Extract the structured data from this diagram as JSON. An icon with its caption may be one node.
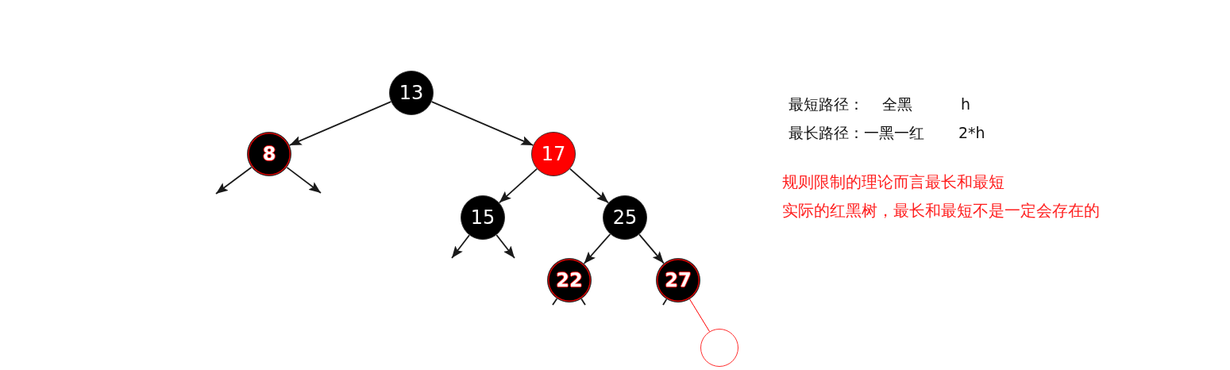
{
  "diagram": {
    "nodes": [
      {
        "text": [
          "13"
        ]
      },
      {
        "text": [
          "8"
        ]
      },
      {
        "text": [
          "17"
        ]
      },
      {
        "text": [
          "15"
        ]
      },
      {
        "text": [
          "25"
        ]
      },
      {
        "text": [
          "22"
        ]
      },
      {
        "text": [
          "27"
        ]
      },
      {
        "text": [],
        "shape": "circle"
      }
    ],
    "edges": [
      {
        "from": 0,
        "to": 1,
        "arrow": "to"
      },
      {
        "from": 0,
        "to": 2,
        "arrow": "to"
      },
      {
        "from": 2,
        "to": 3,
        "arrow": "to"
      },
      {
        "from": 2,
        "to": 4,
        "arrow": "to"
      },
      {
        "from": 4,
        "to": 5,
        "arrow": "to"
      },
      {
        "from": 4,
        "to": 6,
        "arrow": "to"
      },
      {
        "from": 1,
        "to": null,
        "arrow": "to"
      },
      {
        "from": 1,
        "to": null,
        "arrow": "to"
      },
      {
        "from": 3,
        "to": null,
        "arrow": "to"
      },
      {
        "from": 3,
        "to": null,
        "arrow": "to"
      },
      {
        "from": 5,
        "to": null,
        "arrow": "none"
      },
      {
        "from": 5,
        "to": null,
        "arrow": "none"
      },
      {
        "from": 6,
        "to": null,
        "arrow": "none"
      },
      {
        "from": 6,
        "to": 7,
        "arrow": "none",
        "color": "#ff0000"
      }
    ],
    "labels": [
      "最短路径：",
      "全黑",
      "h",
      "最长路径：一黑一红",
      "2*h",
      "规则限制的理论而言最长和最短",
      "实际的红黑树，最长和最短不是一定会存在的"
    ]
  }
}
